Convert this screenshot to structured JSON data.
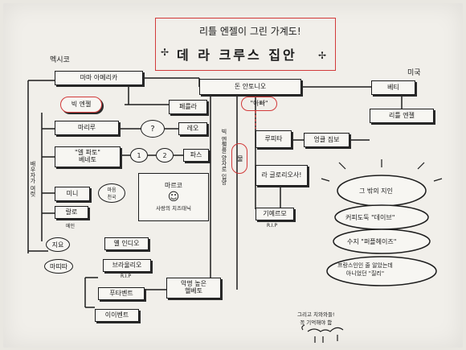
{
  "title": {
    "line1": "리틀 엔젤이 그린 가계도!",
    "line2": "데 라 크루스 집안",
    "sparkle": "✢"
  },
  "sections": {
    "mexico": "멕시코",
    "usa": "미국"
  },
  "left_tree": {
    "top": "마마 아메리카",
    "big_angel": "빅 엔젤",
    "perla": "페를라",
    "mario": "마리루",
    "question": "?",
    "leo": "레오",
    "box_a": "\"엘 파토\"\n베네토",
    "one": "1",
    "two": "2",
    "paz": "파스",
    "marco": "마르코",
    "marco_sub": "사랑의 치즈태닉",
    "mini": "미니",
    "mini_note": "마음\n천국",
    "lalo": "랄로",
    "lalo_sub": "메인",
    "lupe": "지요",
    "ma_tita": "마띠따",
    "yndio": "옐 인디오",
    "braulio": "브라울리오",
    "braulio_sub": "R.I.P",
    "tobacco": "악명 높은\n헬베토",
    "terry": "푸타벤트",
    "last": "이이벤트",
    "left_vertical": "배우자가 여럿",
    "mid_vertical": "빅 엔젤을 양자로 입양"
  },
  "right_tree": {
    "don_antonio": "돈 안토니오",
    "papa": "\"아빠\"",
    "betty": "베티",
    "little_angel": "리틀 엔젤",
    "lupita": "루피타",
    "ojos_jimbo": "엉클 짐보",
    "mid_red": "물",
    "la_gloria": "라 글로리오사!",
    "gilberto": "기예르모",
    "gilberto_sub": "R.I.P",
    "cloud1": "그 밖의 지인",
    "cloud2": "커피도둑 \"데이브\"",
    "cloud3": "수지 \"퍼플헤이즈\"",
    "cloud4": "프랑스인인 줄 알았는데\n아니었던 \"질리\""
  },
  "bottom_note": "그리고 치와와들!\n꼭 기억해야 함",
  "colors": {
    "ink": "#1d1d1d",
    "highlight": "#d23a3a",
    "paper": "#f1efea"
  }
}
